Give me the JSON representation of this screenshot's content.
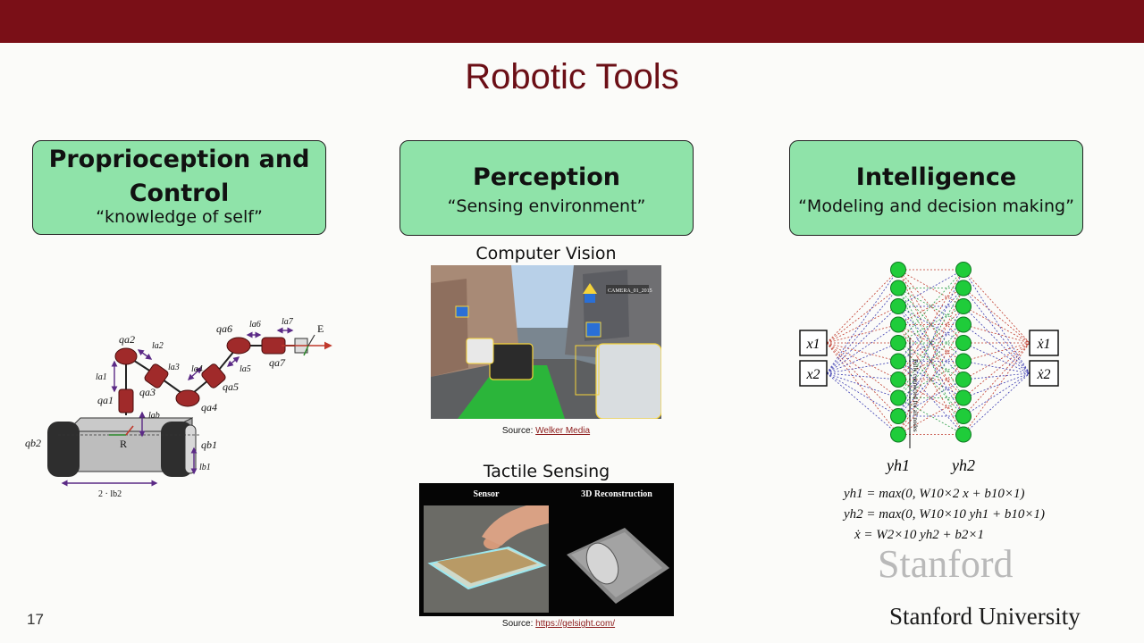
{
  "slide": {
    "title": "Robotic Tools",
    "page_number": "17",
    "footer_logo": "Stanford University",
    "watermark": "Stanford"
  },
  "columns": [
    {
      "heading_line1": "Proprioception and",
      "heading_line2": "Control",
      "subtitle": "“knowledge of self”"
    },
    {
      "heading": "Perception",
      "subtitle": "“Sensing environment”"
    },
    {
      "heading": "Intelligence",
      "subtitle": "“Modeling and decision making”"
    }
  ],
  "perception": {
    "cv_caption": "Computer Vision",
    "cv_source_prefix": "Source: ",
    "cv_source_link": "Welker Media",
    "cv_overlay": "CAMERA_01_2015",
    "tactile_caption": "Tactile Sensing",
    "tactile_left_label": "Sensor",
    "tactile_right_label": "3D Reconstruction",
    "tactile_source_prefix": "Source: ",
    "tactile_source_link": "https://gelsight.com/"
  },
  "robot_diagram": {
    "labels": [
      "qa2",
      "la2",
      "la3",
      "qa3",
      "la1",
      "qa1",
      "la4",
      "qa4",
      "qa5",
      "la5",
      "qa6",
      "la6",
      "la7",
      "qa7",
      "E",
      "lab",
      "R",
      "qb2",
      "qb1",
      "lb1",
      "2 · lb2"
    ]
  },
  "network": {
    "inputs": [
      "x1",
      "x2"
    ],
    "outputs": [
      "ẋ1",
      "ẋ2"
    ],
    "hidden_labels": [
      "yh1",
      "yh2"
    ],
    "connection_note": "Fully connected for all nodes",
    "equations": [
      "yh1 = max(0, W10×2 x + b10×1)",
      "yh2 = max(0, W10×10 yh1 + b10×1)",
      "ẋ = W2×10 yh2 + b2×1"
    ]
  },
  "colors": {
    "banner": "#7a0f17",
    "title": "#6b0f16",
    "box_fill": "#8fe3a9",
    "node_fill": "#1fcc3a"
  }
}
